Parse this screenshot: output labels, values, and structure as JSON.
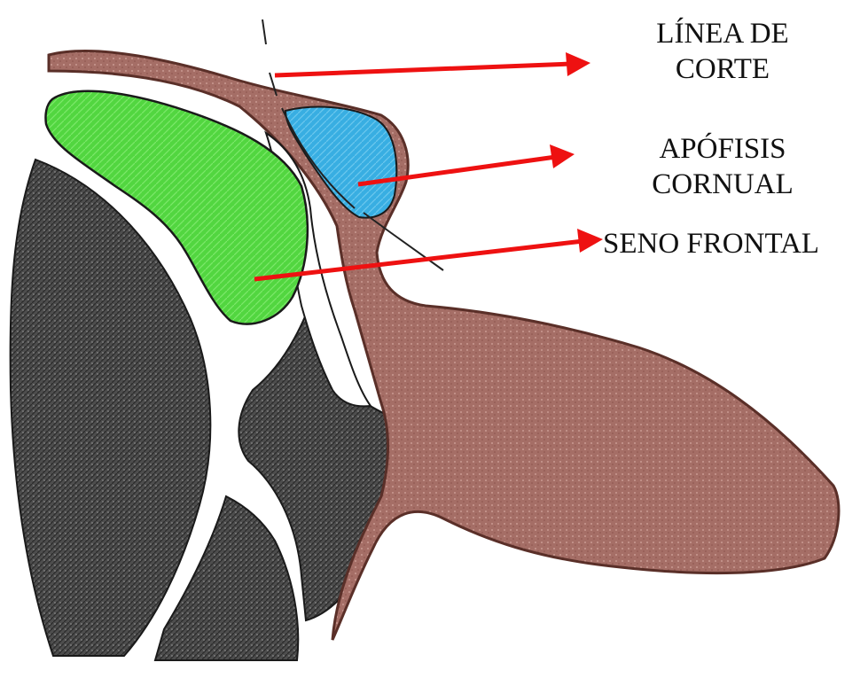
{
  "labels": {
    "linea_de_corte": [
      "LÍNEA DE",
      "CORTE"
    ],
    "apofisis_cornual": [
      "APÓFISIS",
      "CORNUAL"
    ],
    "seno_frontal": "SENO FRONTAL"
  },
  "colors": {
    "frontal_sinus": "#4fd63f",
    "cornual_process": "#36aee0",
    "skin_tissue": "#a06a62",
    "bone_gray": "#4a4a4a",
    "arrow": "#ee1111",
    "outline": "#1a1a1a"
  }
}
